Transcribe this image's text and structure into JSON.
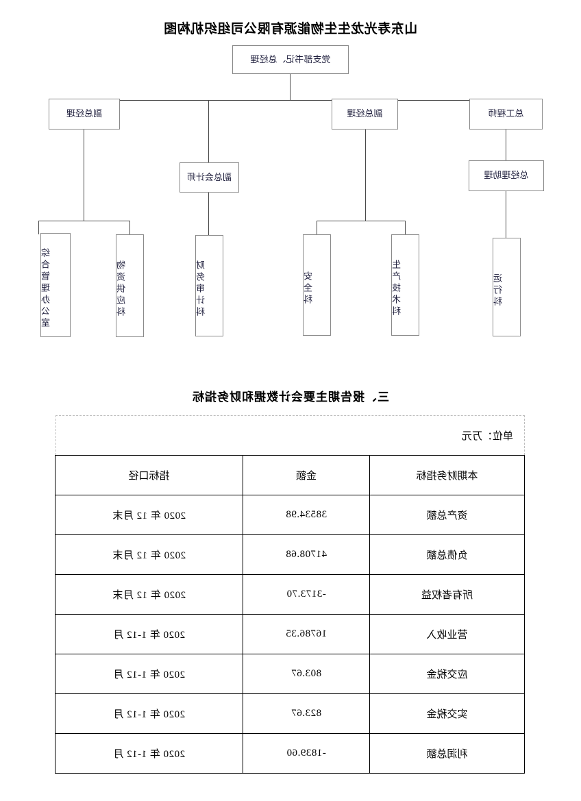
{
  "document": {
    "unit_note": "单位：万元"
  },
  "org_chart": {
    "title": "山东寿光龙生生物能源有限公司组织机构图",
    "nodes": {
      "root": "党支部书记、总经理",
      "chief_engineer": "总工程师",
      "deputy_gm_mid": "副总经理",
      "deputy_gm_right": "副总经理",
      "gm_assistant": "总经理助理",
      "deputy_chief_accountant": "副总会计师",
      "dept_operations": "运行科",
      "dept_production_tech": "生产技术科",
      "dept_safety": "安全科",
      "dept_finance_audit": "财务审计科",
      "dept_material_supply": "物资供应科",
      "dept_general_admin": "综合管理办公室"
    }
  },
  "section": {
    "heading": "三、报告期主要会计数据和财务指标"
  },
  "fin_table": {
    "columns": [
      "本期财务指标",
      "金额",
      "指标口径"
    ],
    "rows": [
      {
        "metric": "资产总额",
        "amount": "38534.98",
        "scope": "2020 年 12 月末"
      },
      {
        "metric": "负债总额",
        "amount": "41708.68",
        "scope": "2020 年 12 月末"
      },
      {
        "metric": "所有者权益",
        "amount": "-3173.70",
        "scope": "2020 年 12 月末"
      },
      {
        "metric": "营业收入",
        "amount": "16786.35",
        "scope": "2020 年 1-12 月"
      },
      {
        "metric": "应交税金",
        "amount": "803.67",
        "scope": "2020 年 1-12 月"
      },
      {
        "metric": "实交税金",
        "amount": "823.67",
        "scope": "2020 年 1-12 月"
      },
      {
        "metric": "利润总额",
        "amount": "-1839.60",
        "scope": "2020 年 1-12 月"
      }
    ]
  }
}
